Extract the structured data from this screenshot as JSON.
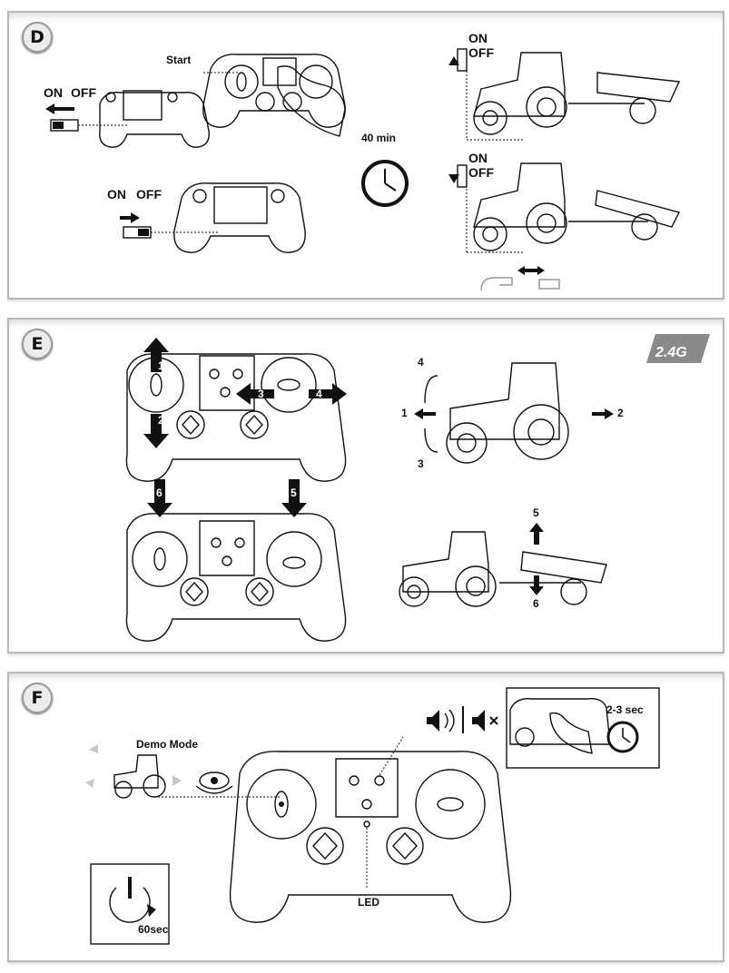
{
  "sections": {
    "d": {
      "badge": "D",
      "start_label": "Start",
      "switch_left": {
        "on": "ON",
        "off": "OFF"
      },
      "switch_bottom": {
        "on": "ON",
        "off": "OFF"
      },
      "timer_label": "40 min",
      "tractor_top_switch": {
        "on": "ON",
        "off": "OFF"
      },
      "tractor_bottom_switch": {
        "on": "ON",
        "off": "OFF"
      }
    },
    "e": {
      "badge": "E",
      "logo_text": "2.4G",
      "controller_labels": [
        "1",
        "2",
        "3",
        "4",
        "5",
        "6"
      ],
      "tractor_direction_labels": [
        "4",
        "1",
        "3",
        "2"
      ],
      "trailer_labels": [
        "5",
        "6"
      ]
    },
    "f": {
      "badge": "F",
      "demo_mode_label": "Demo Mode",
      "led_label": "LED",
      "hold_time_label": "2-3 sec",
      "auto_off_label": "60sec"
    }
  },
  "icons": {
    "sound_on": "speaker-on-icon",
    "sound_off": "speaker-mute-icon",
    "power": "power-icon",
    "clock": "clock-icon",
    "eye": "eye-rotate-icon"
  }
}
